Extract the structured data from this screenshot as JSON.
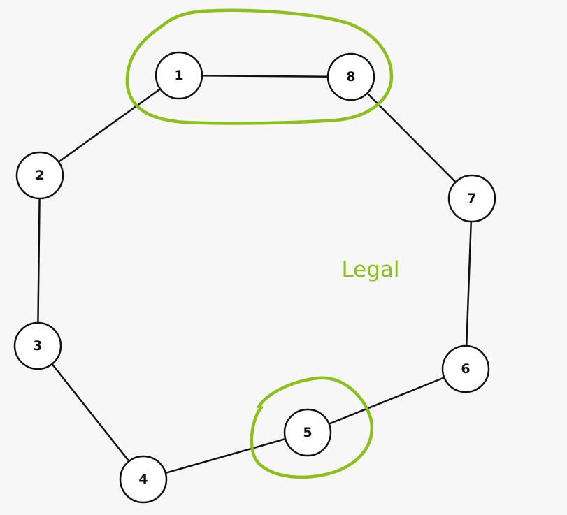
{
  "diagram": {
    "caption": "Legal",
    "highlight_color": "#8cc01d",
    "nodes": [
      {
        "id": "n1",
        "label": "1"
      },
      {
        "id": "n8",
        "label": "8"
      },
      {
        "id": "n2",
        "label": "2"
      },
      {
        "id": "n7",
        "label": "7"
      },
      {
        "id": "n3",
        "label": "3"
      },
      {
        "id": "n6",
        "label": "6"
      },
      {
        "id": "n5",
        "label": "5"
      },
      {
        "id": "n4",
        "label": "4"
      }
    ],
    "edges": [
      [
        "1",
        "8"
      ],
      [
        "1",
        "2"
      ],
      [
        "8",
        "7"
      ],
      [
        "2",
        "3"
      ],
      [
        "7",
        "6"
      ],
      [
        "3",
        "4"
      ],
      [
        "4",
        "5"
      ],
      [
        "5",
        "6"
      ]
    ],
    "circled_groups": [
      [
        "1",
        "8"
      ],
      [
        "5"
      ]
    ]
  }
}
